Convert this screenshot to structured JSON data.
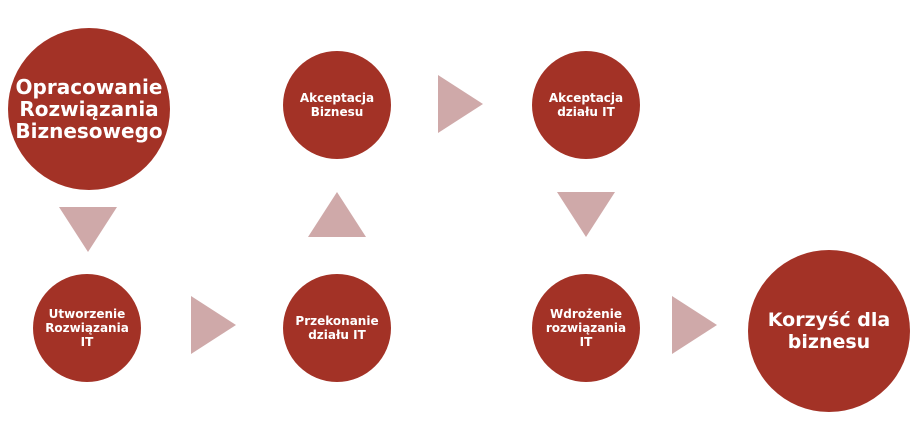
{
  "colors": {
    "node": "#a33226",
    "arrow": "#cfa9a9",
    "text": "#ffffff"
  },
  "nodes": {
    "opracowanie": "Opracowanie\nRozwiązania\nBiznesowego",
    "akceptacja_biznesu": "Akceptacja\nBiznesu",
    "akceptacja_it": "Akceptacja\ndziału IT",
    "utworzenie": "Utworzenie\nRozwiązania\nIT",
    "przekonanie": "Przekonanie\ndziału IT",
    "wdrozenie": "Wdrożenie\nrozwiązania\nIT",
    "korzysc": "Korzyść dla\nbiznesu"
  }
}
